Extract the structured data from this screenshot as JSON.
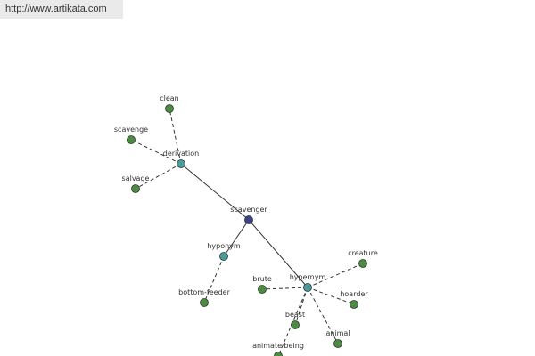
{
  "header": {
    "url": "http://www.artikata.com"
  },
  "colors": {
    "root": "#3f3f8c",
    "relation": "#4b9aa0",
    "word": "#4f8a45",
    "edge": "#333333"
  },
  "graph": {
    "nodes": [
      {
        "id": "scavenger",
        "label": "scavenger",
        "kind": "root"
      },
      {
        "id": "derivation",
        "label": "derivation",
        "kind": "relation"
      },
      {
        "id": "hyponym",
        "label": "hyponym",
        "kind": "relation"
      },
      {
        "id": "hypernym",
        "label": "hypernym",
        "kind": "relation"
      },
      {
        "id": "clean",
        "label": "clean",
        "kind": "word"
      },
      {
        "id": "scavenge",
        "label": "scavenge",
        "kind": "word"
      },
      {
        "id": "salvage",
        "label": "salvage",
        "kind": "word"
      },
      {
        "id": "bottom-feeder",
        "label": "bottom-feeder",
        "kind": "word"
      },
      {
        "id": "brute",
        "label": "brute",
        "kind": "word"
      },
      {
        "id": "creature",
        "label": "creature",
        "kind": "word"
      },
      {
        "id": "hoarder",
        "label": "hoarder",
        "kind": "word"
      },
      {
        "id": "beast",
        "label": "beast",
        "kind": "word"
      },
      {
        "id": "animal",
        "label": "animal",
        "kind": "word"
      },
      {
        "id": "animate-being",
        "label": "animate being",
        "kind": "word"
      }
    ],
    "edges": [
      {
        "from": "scavenger",
        "to": "derivation",
        "style": "solid"
      },
      {
        "from": "scavenger",
        "to": "hyponym",
        "style": "solid"
      },
      {
        "from": "scavenger",
        "to": "hypernym",
        "style": "solid"
      },
      {
        "from": "derivation",
        "to": "clean",
        "style": "dashed"
      },
      {
        "from": "derivation",
        "to": "scavenge",
        "style": "dashed"
      },
      {
        "from": "derivation",
        "to": "salvage",
        "style": "dashed"
      },
      {
        "from": "hyponym",
        "to": "bottom-feeder",
        "style": "dashed"
      },
      {
        "from": "hypernym",
        "to": "brute",
        "style": "dashed"
      },
      {
        "from": "hypernym",
        "to": "creature",
        "style": "dashed"
      },
      {
        "from": "hypernym",
        "to": "hoarder",
        "style": "dashed"
      },
      {
        "from": "hypernym",
        "to": "beast",
        "style": "dashed"
      },
      {
        "from": "hypernym",
        "to": "animal",
        "style": "dashed"
      },
      {
        "from": "hypernym",
        "to": "animate-being",
        "style": "dashed"
      }
    ]
  }
}
